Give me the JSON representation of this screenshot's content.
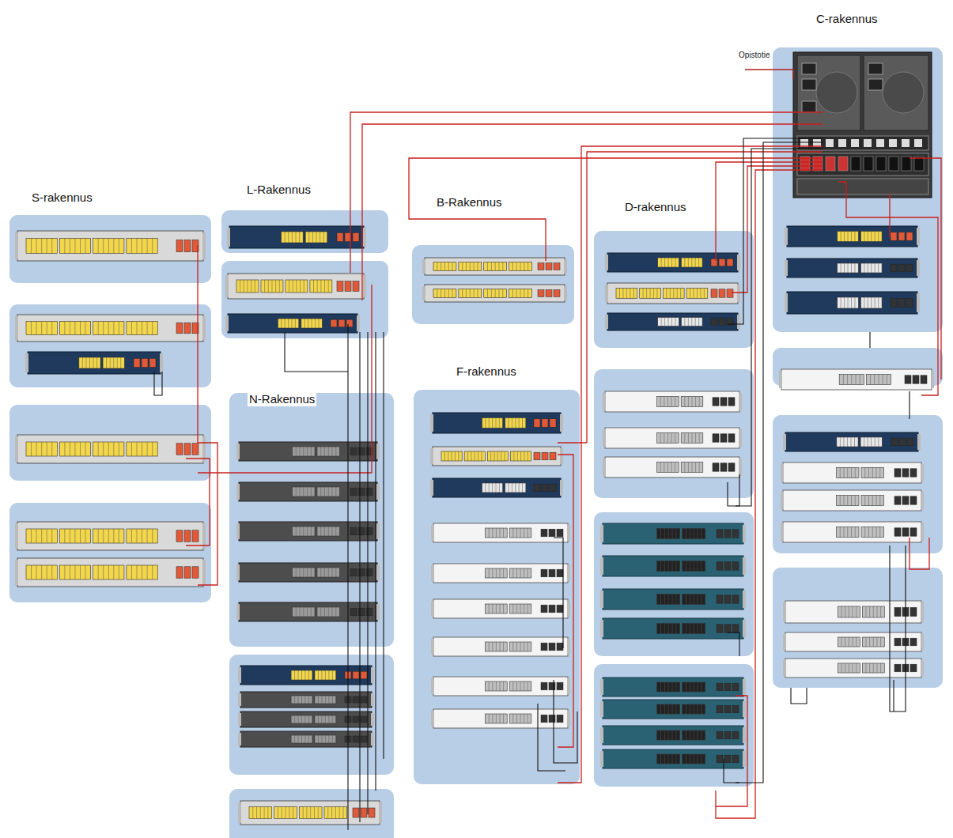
{
  "diagram": {
    "nodes": [
      {
        "text": [
          "C-rakennus"
        ]
      },
      {
        "text": [
          "S-rakennus"
        ]
      },
      {
        "text": [
          "L-Rakennus"
        ]
      },
      {
        "text": [
          "B-Rakennus"
        ]
      },
      {
        "text": [
          "D-rakennus"
        ]
      },
      {
        "text": [
          "F-rakennus"
        ]
      },
      {
        "text": [
          "N-Rakennus"
        ]
      }
    ],
    "labels": [
      "Opistotie"
    ]
  }
}
